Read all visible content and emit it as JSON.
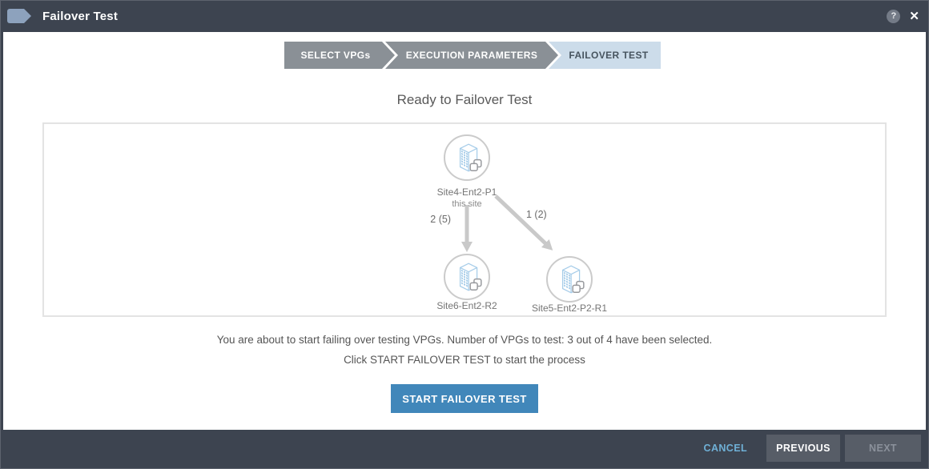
{
  "titlebar": {
    "title": "Failover Test",
    "help_glyph": "?",
    "close_glyph": "✕"
  },
  "steps": [
    {
      "label": "SELECT VPGs",
      "state": "completed"
    },
    {
      "label": "EXECUTION PARAMETERS",
      "state": "completed"
    },
    {
      "label": "FAILOVER TEST",
      "state": "active"
    }
  ],
  "heading": "Ready to Failover Test",
  "diagram": {
    "source_site": {
      "name": "Site4-Ent2-P1",
      "subtitle": "this site"
    },
    "targets": [
      {
        "name": "Site6-Ent2-R2",
        "edge_label": "2 (5)"
      },
      {
        "name": "Site5-Ent2-P2-R1",
        "edge_label": "1 (2)"
      }
    ],
    "icon": "building-with-link-badge"
  },
  "summary": {
    "line1": "You are about to start failing over testing VPGs. Number of VPGs to test: 3 out of 4 have been selected.",
    "line2": "Click START FAILOVER TEST to start the process"
  },
  "actions": {
    "start": "START FAILOVER TEST"
  },
  "footer": {
    "cancel": "CANCEL",
    "previous": "PREVIOUS",
    "next": "NEXT"
  },
  "colors": {
    "frame": "#3d4450",
    "accent_blue": "#4187ba",
    "step_gray": "#8a9096",
    "step_active_bg": "#ccdcea",
    "step_active_text": "#47545f",
    "arrow_gray": "#c9c9c9",
    "cancel_link": "#6fb0d6",
    "building_stroke": "#a7cde9",
    "disabled_text": "#8b919b"
  }
}
